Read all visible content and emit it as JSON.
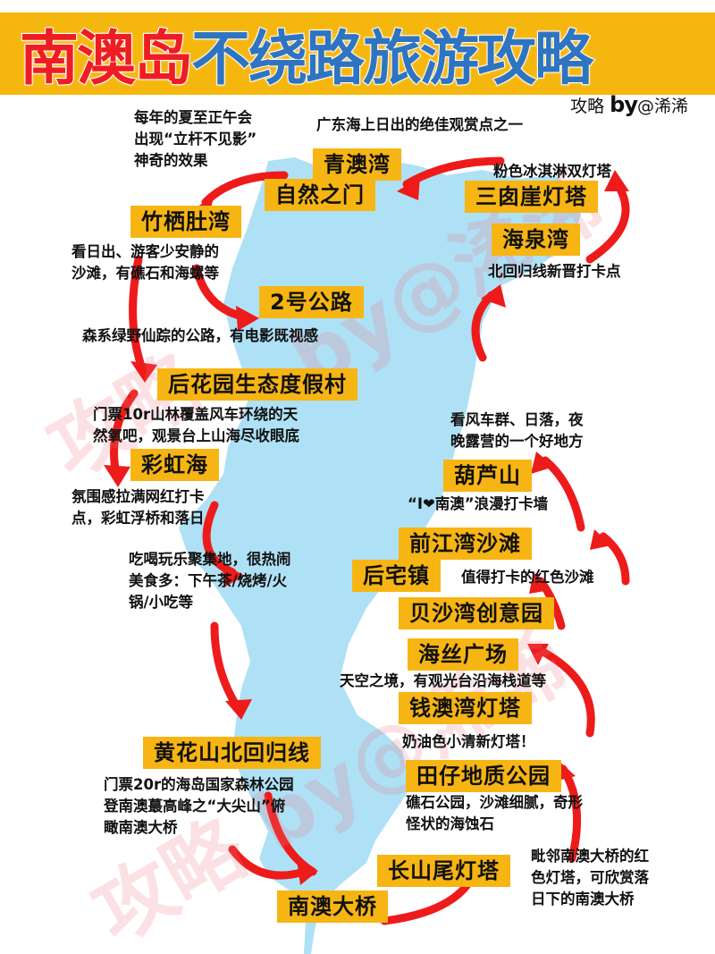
{
  "header": {
    "title_red": "南澳岛",
    "title_blue": "不绕路旅游攻略",
    "byline_prefix": "攻略",
    "byline_by": "by",
    "byline_author": "@浠浠"
  },
  "watermark": {
    "text_left": "攻略",
    "text_mid": "by@浠浠",
    "text_bottom": "攻略 by@浠浠"
  },
  "colors": {
    "banner": "#f5b60e",
    "title_red": "#ee1d23",
    "title_blue": "#2f74c0",
    "label_bg": "#f7b514",
    "island": "#aee1f5",
    "arrow": "#ee1b1b"
  },
  "places": [
    {
      "name": "青澳湾",
      "desc": "广东海上日出的绝佳观赏点之一"
    },
    {
      "name": "自然之门",
      "desc": "每年的夏至正午会\n出现“立杆不见影”\n神奇的效果"
    },
    {
      "name": "三囱崖灯塔",
      "desc": "粉色冰淇淋双灯塔"
    },
    {
      "name": "海泉湾",
      "desc": "北回归线新晋打卡点"
    },
    {
      "name": "竹栖肚湾",
      "desc": "看日出、游客少安静的\n沙滩，有礁石和海螺等"
    },
    {
      "name": "2号公路",
      "desc": "森系绿野仙踪的公路，有电影既视感"
    },
    {
      "name": "后花园生态度假村",
      "desc": "门票10r山林覆盖风车环绕的天\n然氧吧，观景台上山海尽收眼底"
    },
    {
      "name": "彩虹海",
      "desc": "氛围感拉满网红打卡\n点，彩虹浮桥和落日"
    },
    {
      "name": "葫芦山",
      "desc": "看风车群、日落，夜\n晚露营的一个好地方"
    },
    {
      "name": "前江湾沙滩",
      "desc": "“I❤南澳”浪漫打卡墙"
    },
    {
      "name": "后宅镇",
      "desc": "吃喝玩乐聚集地，很热闹\n美食多：下午茶/烧烤/火\n锅/小吃等"
    },
    {
      "name": "贝沙湾创意园",
      "desc": "值得打卡的红色沙滩"
    },
    {
      "name": "海丝广场",
      "desc": "天空之境，有观光台沿海栈道等"
    },
    {
      "name": "钱澳湾灯塔",
      "desc": "奶油色小清新灯塔！"
    },
    {
      "name": "黄花山北回归线",
      "desc": "门票20r的海岛国家森林公园\n登南澳蕞高峰之“大尖山”俯\n瞰南澳大桥"
    },
    {
      "name": "田仔地质公园",
      "desc": "礁石公园，沙滩细腻，奇形\n怪状的海蚀石"
    },
    {
      "name": "长山尾灯塔",
      "desc": "毗邻南澳大桥的红\n色灯塔，可欣赏落\n日下的南澳大桥"
    },
    {
      "name": "南澳大桥",
      "desc": ""
    }
  ]
}
